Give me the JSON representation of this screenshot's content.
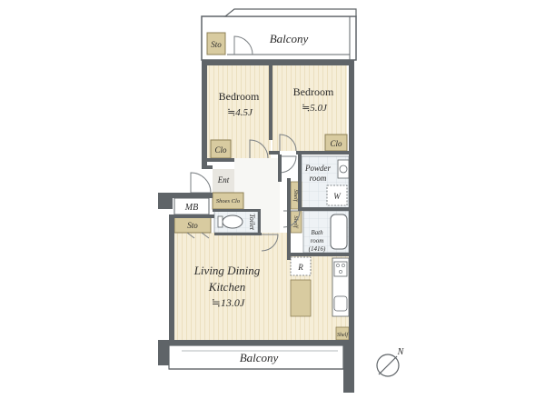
{
  "rooms": {
    "balcony_top": "Balcony",
    "balcony_bottom": "Balcony",
    "bedroom1": {
      "name": "Bedroom",
      "size": "≒4.5J"
    },
    "bedroom2": {
      "name": "Bedroom",
      "size": "≒5.0J"
    },
    "ldk": {
      "name_line1": "Living Dining",
      "name_line2": "Kitchen",
      "size": "≒13.0J"
    },
    "powder": {
      "line1": "Powder",
      "line2": "room"
    },
    "bath": {
      "line1": "Bath",
      "line2": "room",
      "line3": "(1416)"
    },
    "entrance": "Ent",
    "toilet": "Toilet"
  },
  "storage": {
    "sto_top": "Sto",
    "sto_mid": "Sto",
    "clo_left": "Clo",
    "clo_right": "Clo",
    "shoes": "Shoes Clo",
    "mb": "MB",
    "shelf_a": "Shelf",
    "shelf_b": "Shelf",
    "shelf_c": "Shelf",
    "washer": "W",
    "fridge": "R"
  },
  "compass": {
    "label": "N"
  },
  "colors": {
    "wall": "#5f6468",
    "floor_wood": "#f6eed8",
    "floor_light": "#f7f7f4",
    "storage": "#d8cba0",
    "wet": "#dfe9f0",
    "balcony": "#ffffff"
  }
}
